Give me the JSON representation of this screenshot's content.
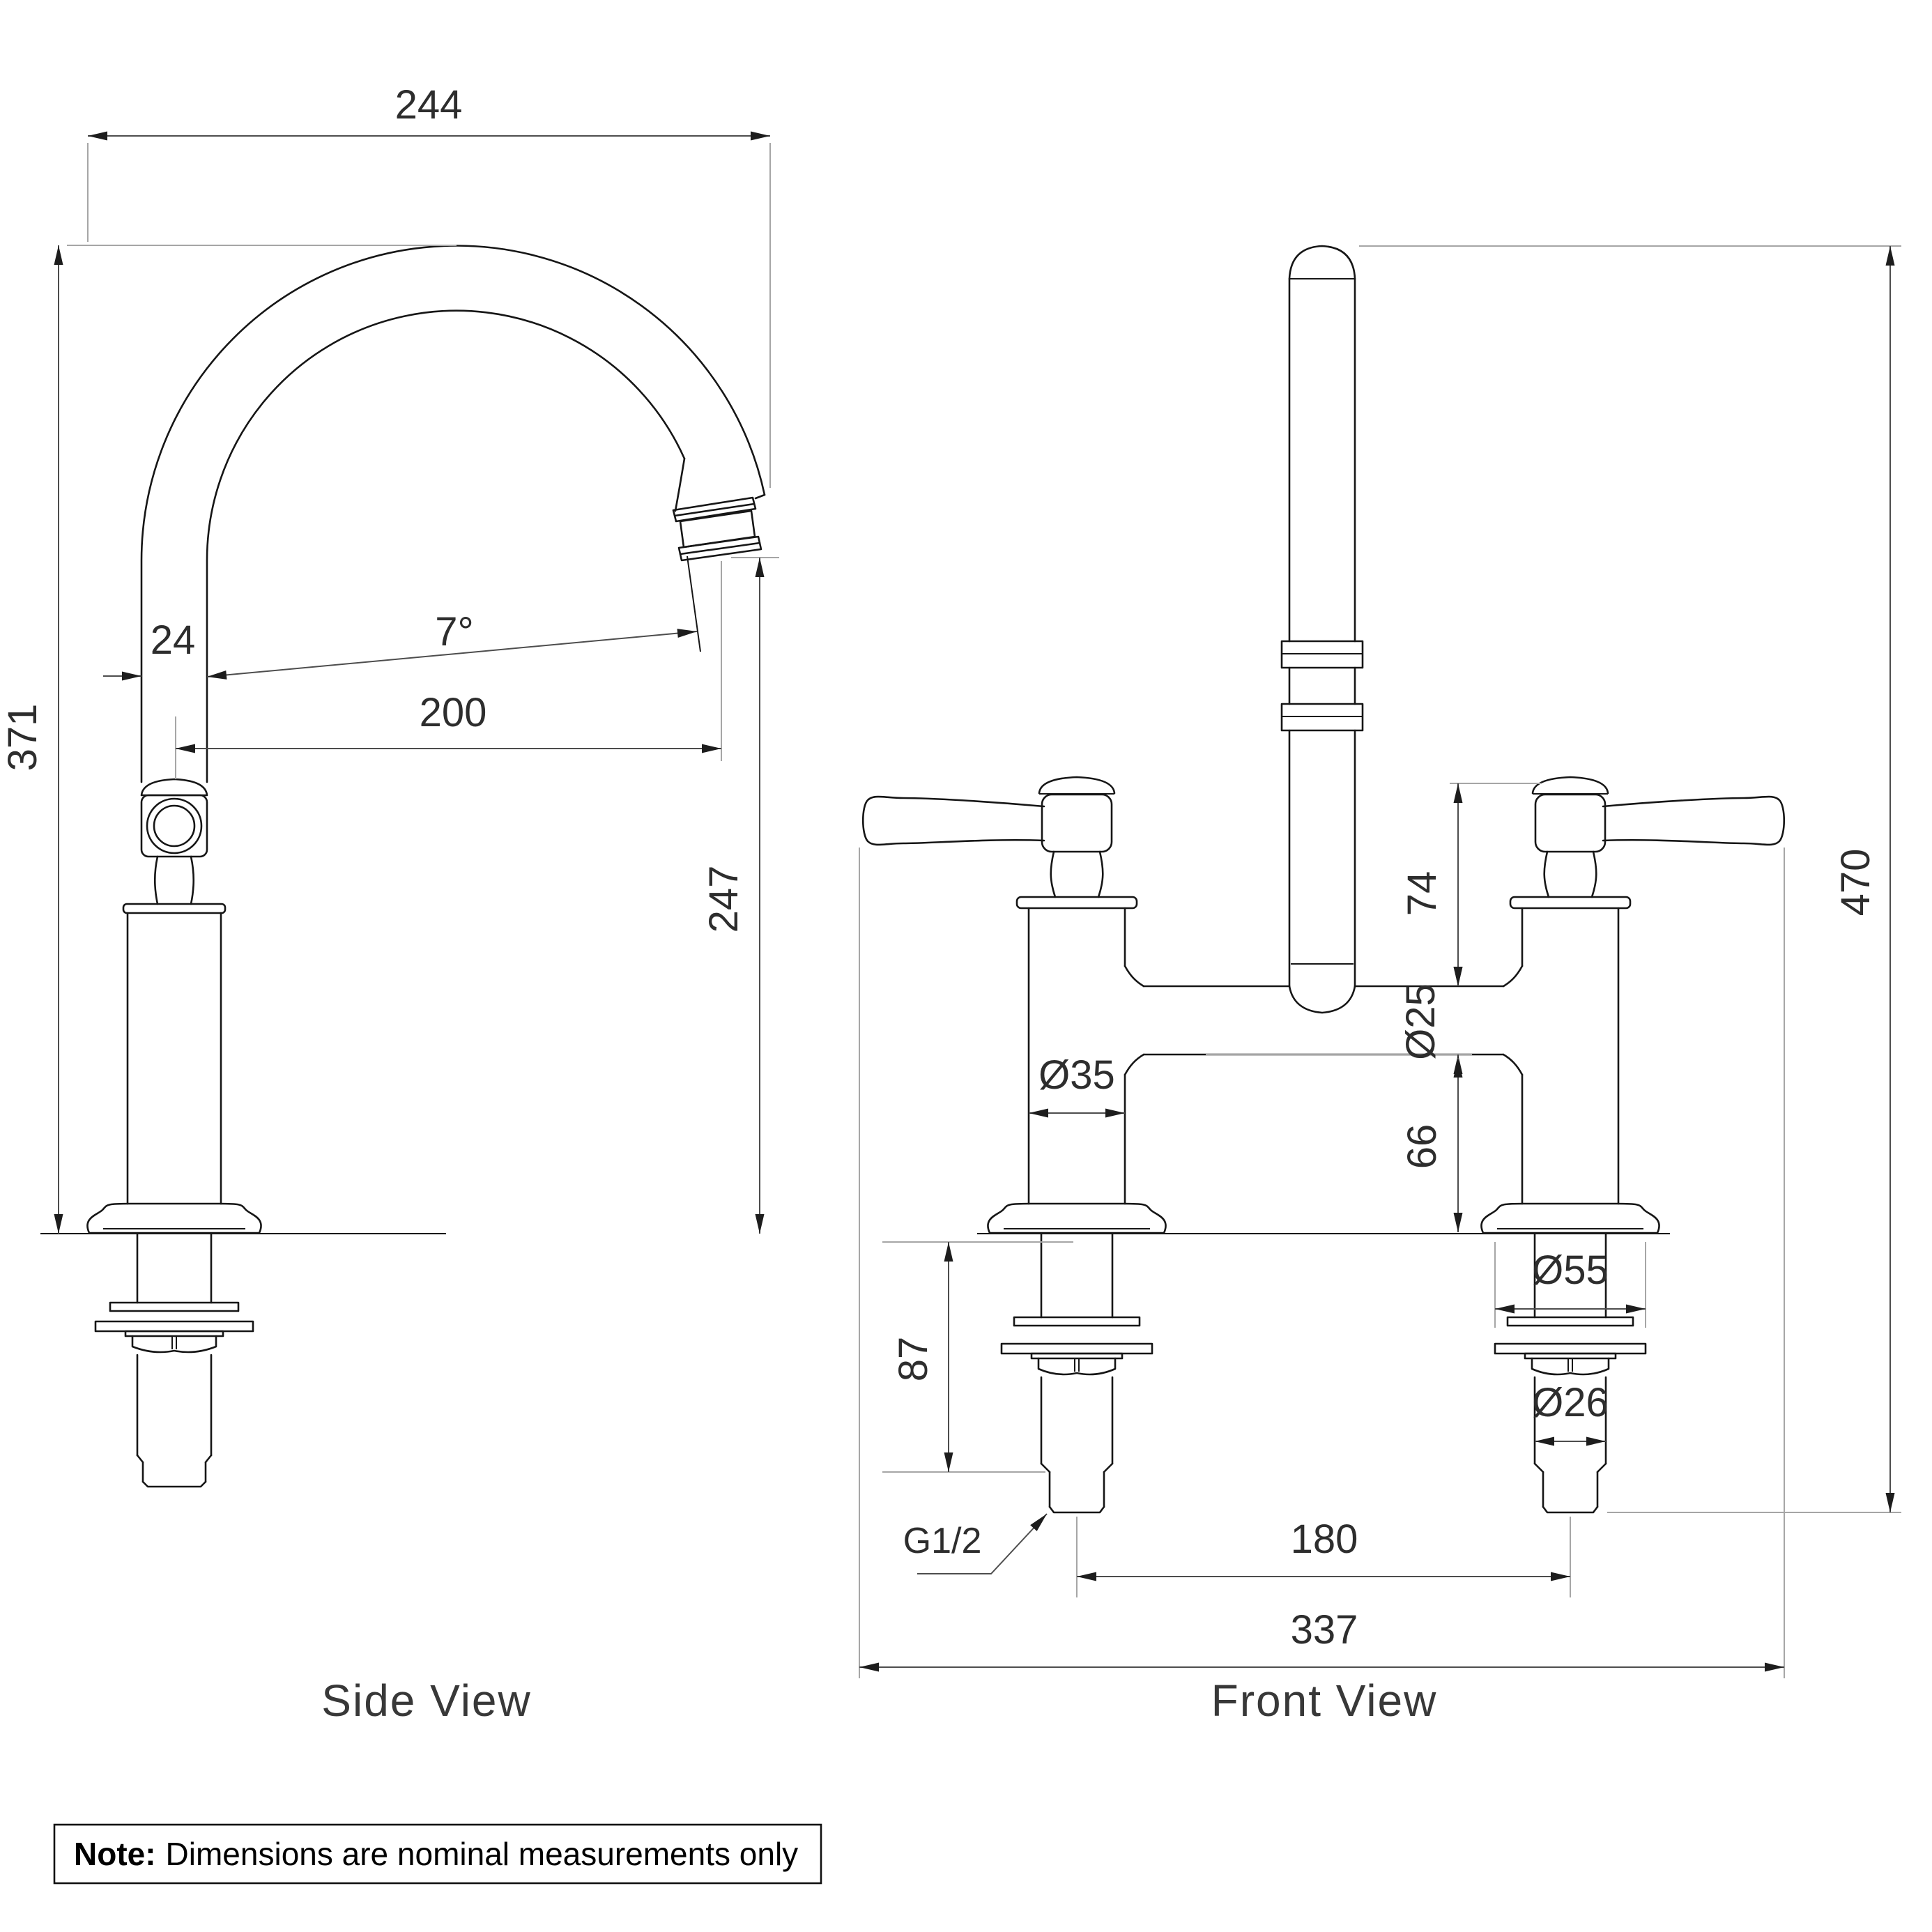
{
  "side_view": {
    "label": "Side View",
    "dims": {
      "overall_width": "244",
      "overall_height": "371",
      "spout_offset": "24",
      "spout_angle": "7°",
      "spout_reach": "200",
      "outlet_height": "247"
    }
  },
  "front_view": {
    "label": "Front View",
    "dims": {
      "handle_height": "74",
      "bridge_diameter": "Ø25",
      "pillar_diameter": "Ø35",
      "bridge_clearance": "66",
      "under_counter_depth": "87",
      "flange_diameter": "Ø55",
      "shank_diameter": "Ø26",
      "thread_size": "G1/2",
      "tap_centres": "180",
      "overall_width": "337",
      "overall_height": "470"
    }
  },
  "note": {
    "prefix": "Note:",
    "body": "Dimensions are nominal measurements only"
  }
}
